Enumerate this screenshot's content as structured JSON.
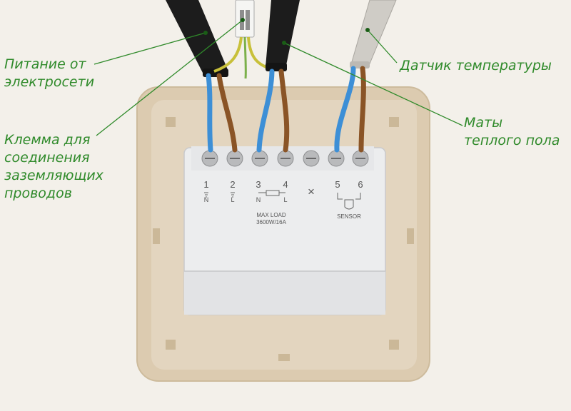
{
  "labels": {
    "power": [
      "Питание от",
      "электросети"
    ],
    "ground_clamp": [
      "Клемма для",
      "соединения",
      "заземляющих",
      "проводов"
    ],
    "temp_sensor": "Датчик температуры",
    "floor_mats": [
      "Маты",
      "теплого пола"
    ]
  },
  "terminals": [
    {
      "num": "1",
      "sub": "N"
    },
    {
      "num": "2",
      "sub": "L"
    },
    {
      "num": "3",
      "sub": "N"
    },
    {
      "num": "4",
      "sub": "L"
    },
    {
      "num": "5",
      "sub": ""
    },
    {
      "num": "6",
      "sub": ""
    }
  ],
  "unused_mark": "×",
  "max_load": [
    "MAX LOAD",
    "3600W/16A"
  ],
  "sensor_label": "SENSOR",
  "colors": {
    "label_green": "#2f8a2a",
    "frame": "#dccbb0",
    "module": "#ecedee",
    "wire_blue": "#3d8fd6",
    "wire_brown": "#8a5426",
    "cable_black": "#1c1c1c",
    "cable_grey": "#cfccc6"
  }
}
